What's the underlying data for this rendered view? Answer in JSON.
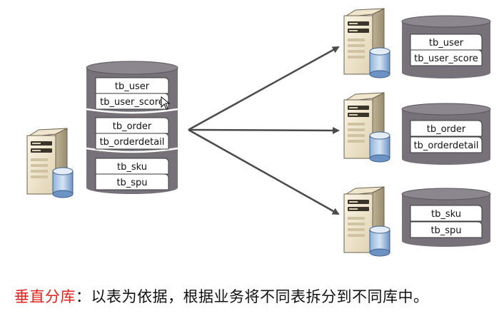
{
  "source_db": {
    "tables": [
      "tb_user",
      "tb_user_score",
      "tb_order",
      "tb_orderdetail",
      "tb_sku",
      "tb_spu"
    ]
  },
  "target_dbs": [
    {
      "tables": [
        "tb_user",
        "tb_user_score"
      ]
    },
    {
      "tables": [
        "tb_order",
        "tb_orderdetail"
      ]
    },
    {
      "tables": [
        "tb_sku",
        "tb_spu"
      ]
    }
  ],
  "caption": {
    "highlight": "垂直分库",
    "separator": "：",
    "text": "以表为依据，根据业务将不同表拆分到不同库中。"
  },
  "colors": {
    "cylinder": "#77727a",
    "cylinder_top": "#8c878f",
    "cylinder_dark": "#5a565d",
    "arrow": "#4a4a4a",
    "highlight": "#e0231b",
    "server_body": "#e6dcc2",
    "server_face": "#f4ecd6",
    "db_icon": "#6d93c4"
  }
}
